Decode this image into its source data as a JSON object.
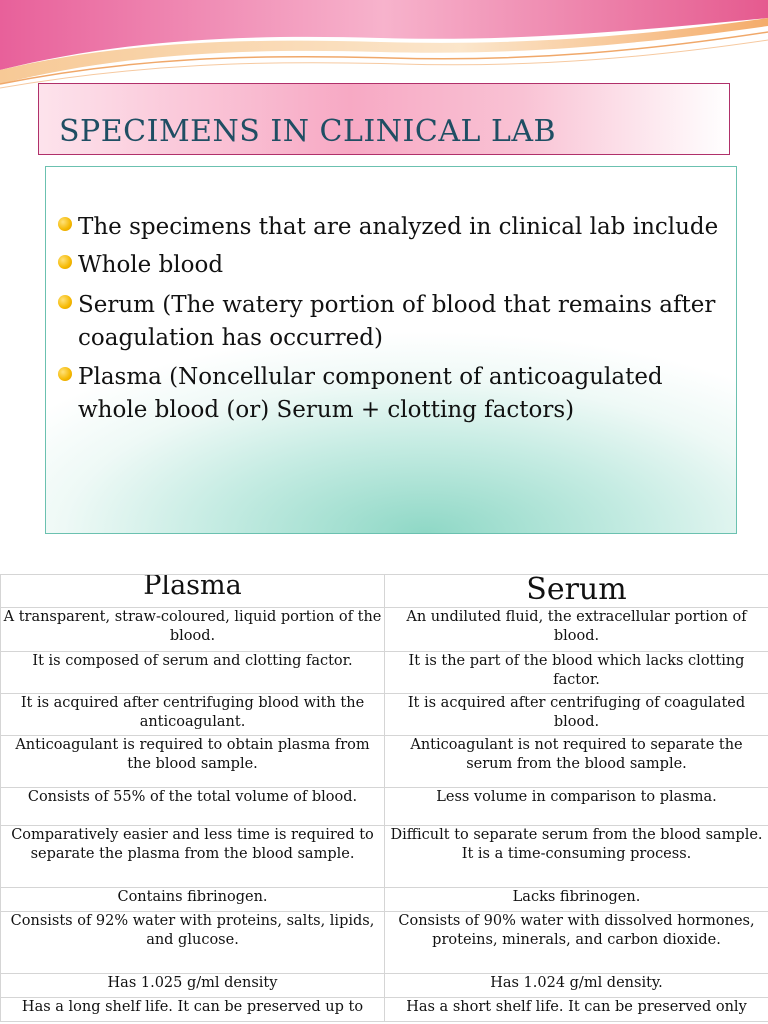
{
  "slide": {
    "title": "SPECIMENS IN CLINICAL LAB",
    "bullets": [
      "The specimens that are analyzed in clinical lab include",
      "Whole blood",
      "Serum (The watery portion of blood that remains after coagulation has occurred)",
      "Plasma (Noncellular component of anticoagulated whole blood (or) Serum + clotting factors)"
    ]
  },
  "table": {
    "headers": [
      "Plasma",
      "Serum"
    ],
    "rows": [
      [
        "A transparent, straw-coloured, liquid portion of the blood.",
        "An undiluted fluid, the extracellular portion of blood."
      ],
      [
        "It is composed of serum and clotting factor.",
        "It is the part of the blood which lacks clotting factor."
      ],
      [
        "It is acquired after centrifuging blood with the anticoagulant.",
        "It is acquired after centrifuging of coagulated blood."
      ],
      [
        "Anticoagulant is required to obtain plasma from the blood sample.",
        "Anticoagulant is not required to separate the serum from the blood sample."
      ],
      [
        "Consists of 55% of the total volume of blood.",
        "Less volume in comparison to plasma."
      ],
      [
        "Comparatively easier and less time is required to separate the plasma from the blood sample.",
        "Difficult to separate serum from the blood sample. It is a time-consuming process."
      ],
      [
        "Contains fibrinogen.",
        "Lacks fibrinogen."
      ],
      [
        "Consists of 92% water with proteins, salts, lipids, and glucose.",
        "Consists of 90% water with dissolved hormones, proteins, minerals, and carbon dioxide."
      ],
      [
        "Has 1.025 g/ml density",
        "Has 1.024 g/ml density."
      ],
      [
        "Has a long shelf life. It can be preserved up to",
        "Has a short shelf life. It can be preserved only"
      ]
    ]
  },
  "colors": {
    "title_text": "#1f4e63",
    "bullet_dot": "#f5b800",
    "wave_pink": "#e8609a",
    "wave_orange": "#f3a35a"
  }
}
